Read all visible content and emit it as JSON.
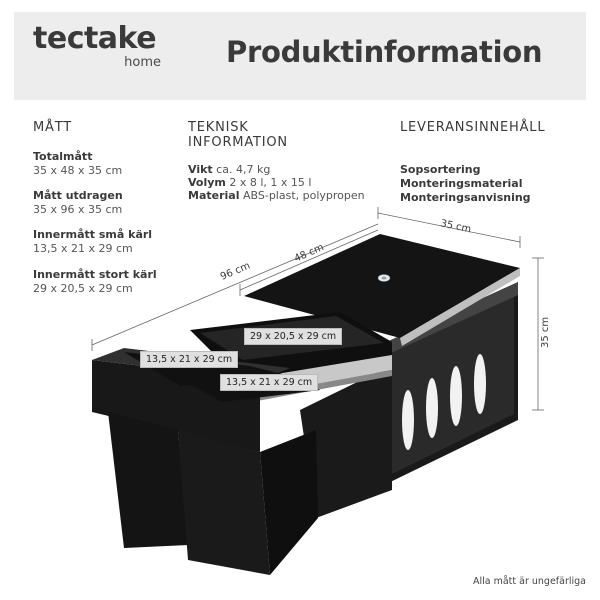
{
  "brand": {
    "name": "tectake",
    "sub": "home"
  },
  "title": "Produktinformation",
  "measurements": {
    "heading": "MÅTT",
    "items": [
      {
        "label": "Totalmått",
        "value": "35 x 48 x 35 cm"
      },
      {
        "label": "Mått utdragen",
        "value": "35 x 96 x 35 cm"
      },
      {
        "label": "Innermått små kärl",
        "value": "13,5 x 21 x 29 cm"
      },
      {
        "label": "Innermått stort kärl",
        "value": "29 x 20,5 x 29 cm"
      }
    ]
  },
  "technical": {
    "heading_line1": "TEKNISK",
    "heading_line2": "INFORMATION",
    "items": [
      {
        "label": "Vikt",
        "value": "ca. 4,7 kg"
      },
      {
        "label": "Volym",
        "value": "2 x 8 l, 1 x 15 l"
      },
      {
        "label": "Material",
        "value": "ABS-plast, polypropen"
      }
    ]
  },
  "delivery": {
    "heading": "LEVERANSINNEHÅLL",
    "items": [
      "Sopsortering",
      "Monteringsmaterial",
      "Monteringsanvisning"
    ]
  },
  "dimensions": {
    "width": "35 cm",
    "depth_closed": "48 cm",
    "depth_extended": "96 cm",
    "height": "35 cm"
  },
  "bin_labels": {
    "large": "29 x 20,5 x 29 cm",
    "small_left": "13,5 x 21 x 29 cm",
    "small_right": "13,5 x 21 x 29 cm"
  },
  "footnote": "Alla mått är ungefärliga"
}
